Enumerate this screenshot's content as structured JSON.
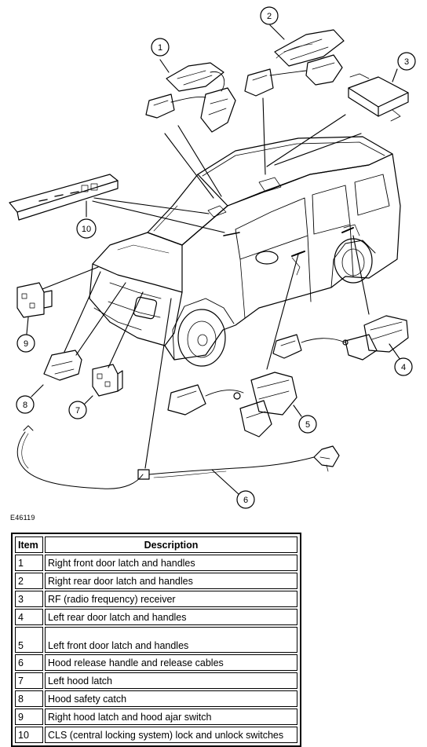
{
  "figure_code": "E46119",
  "callouts": [
    "1",
    "2",
    "3",
    "4",
    "5",
    "6",
    "7",
    "8",
    "9",
    "10"
  ],
  "legend": {
    "header_item": "Item",
    "header_description": "Description",
    "rows": [
      {
        "item": "1",
        "description": "Right front door latch and handles"
      },
      {
        "item": "2",
        "description": "Right rear door latch and handles"
      },
      {
        "item": "3",
        "description": "RF (radio frequency) receiver"
      },
      {
        "item": "4",
        "description": "Left rear door latch and handles"
      },
      {
        "item": "5",
        "description": "Left front door latch and handles"
      },
      {
        "item": "6",
        "description": "Hood release handle and release cables"
      },
      {
        "item": "7",
        "description": "Left hood latch"
      },
      {
        "item": "8",
        "description": "Hood safety catch"
      },
      {
        "item": "9",
        "description": "Right hood latch and hood ajar switch"
      },
      {
        "item": "10",
        "description": "CLS (central locking system) lock and unlock switches"
      }
    ]
  }
}
